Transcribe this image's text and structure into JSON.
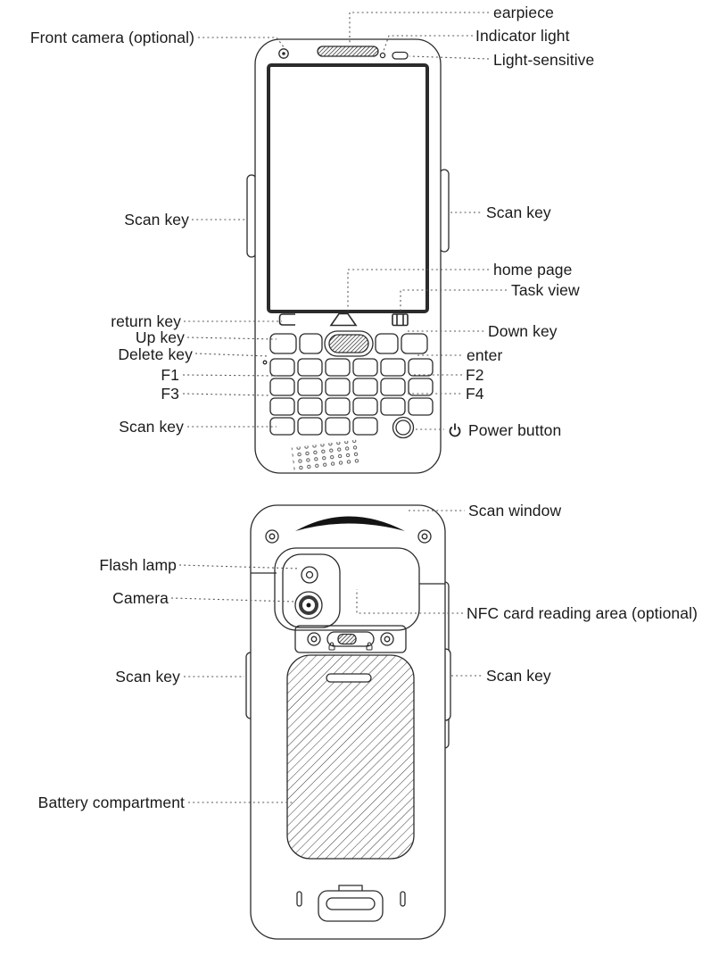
{
  "front": {
    "earpiece": "earpiece",
    "front_camera": "Front camera (optional)",
    "indicator_light": "Indicator light",
    "light_sensitive": "Light-sensitive",
    "scan_key_left": "Scan key",
    "scan_key_right": "Scan key",
    "home_page": "home page",
    "task_view": "Task view",
    "return_key": "return key",
    "up_key": "Up key",
    "down_key": "Down key",
    "delete_key": "Delete key",
    "enter_key": "enter",
    "f1": "F1",
    "f2": "F2",
    "f3": "F3",
    "f4": "F4",
    "scan_key_bottom": "Scan key",
    "power_button": "Power button"
  },
  "back": {
    "scan_window": "Scan window",
    "flash_lamp": "Flash lamp",
    "camera": "Camera",
    "nfc_area": "NFC card reading area (optional)",
    "scan_key_left": "Scan key",
    "scan_key_right": "Scan key",
    "battery_compartment": "Battery compartment"
  },
  "colors": {
    "outline": "#2b2b2b",
    "leader": "#555555",
    "text": "#1a1a1a",
    "dark_fill": "#141414"
  }
}
